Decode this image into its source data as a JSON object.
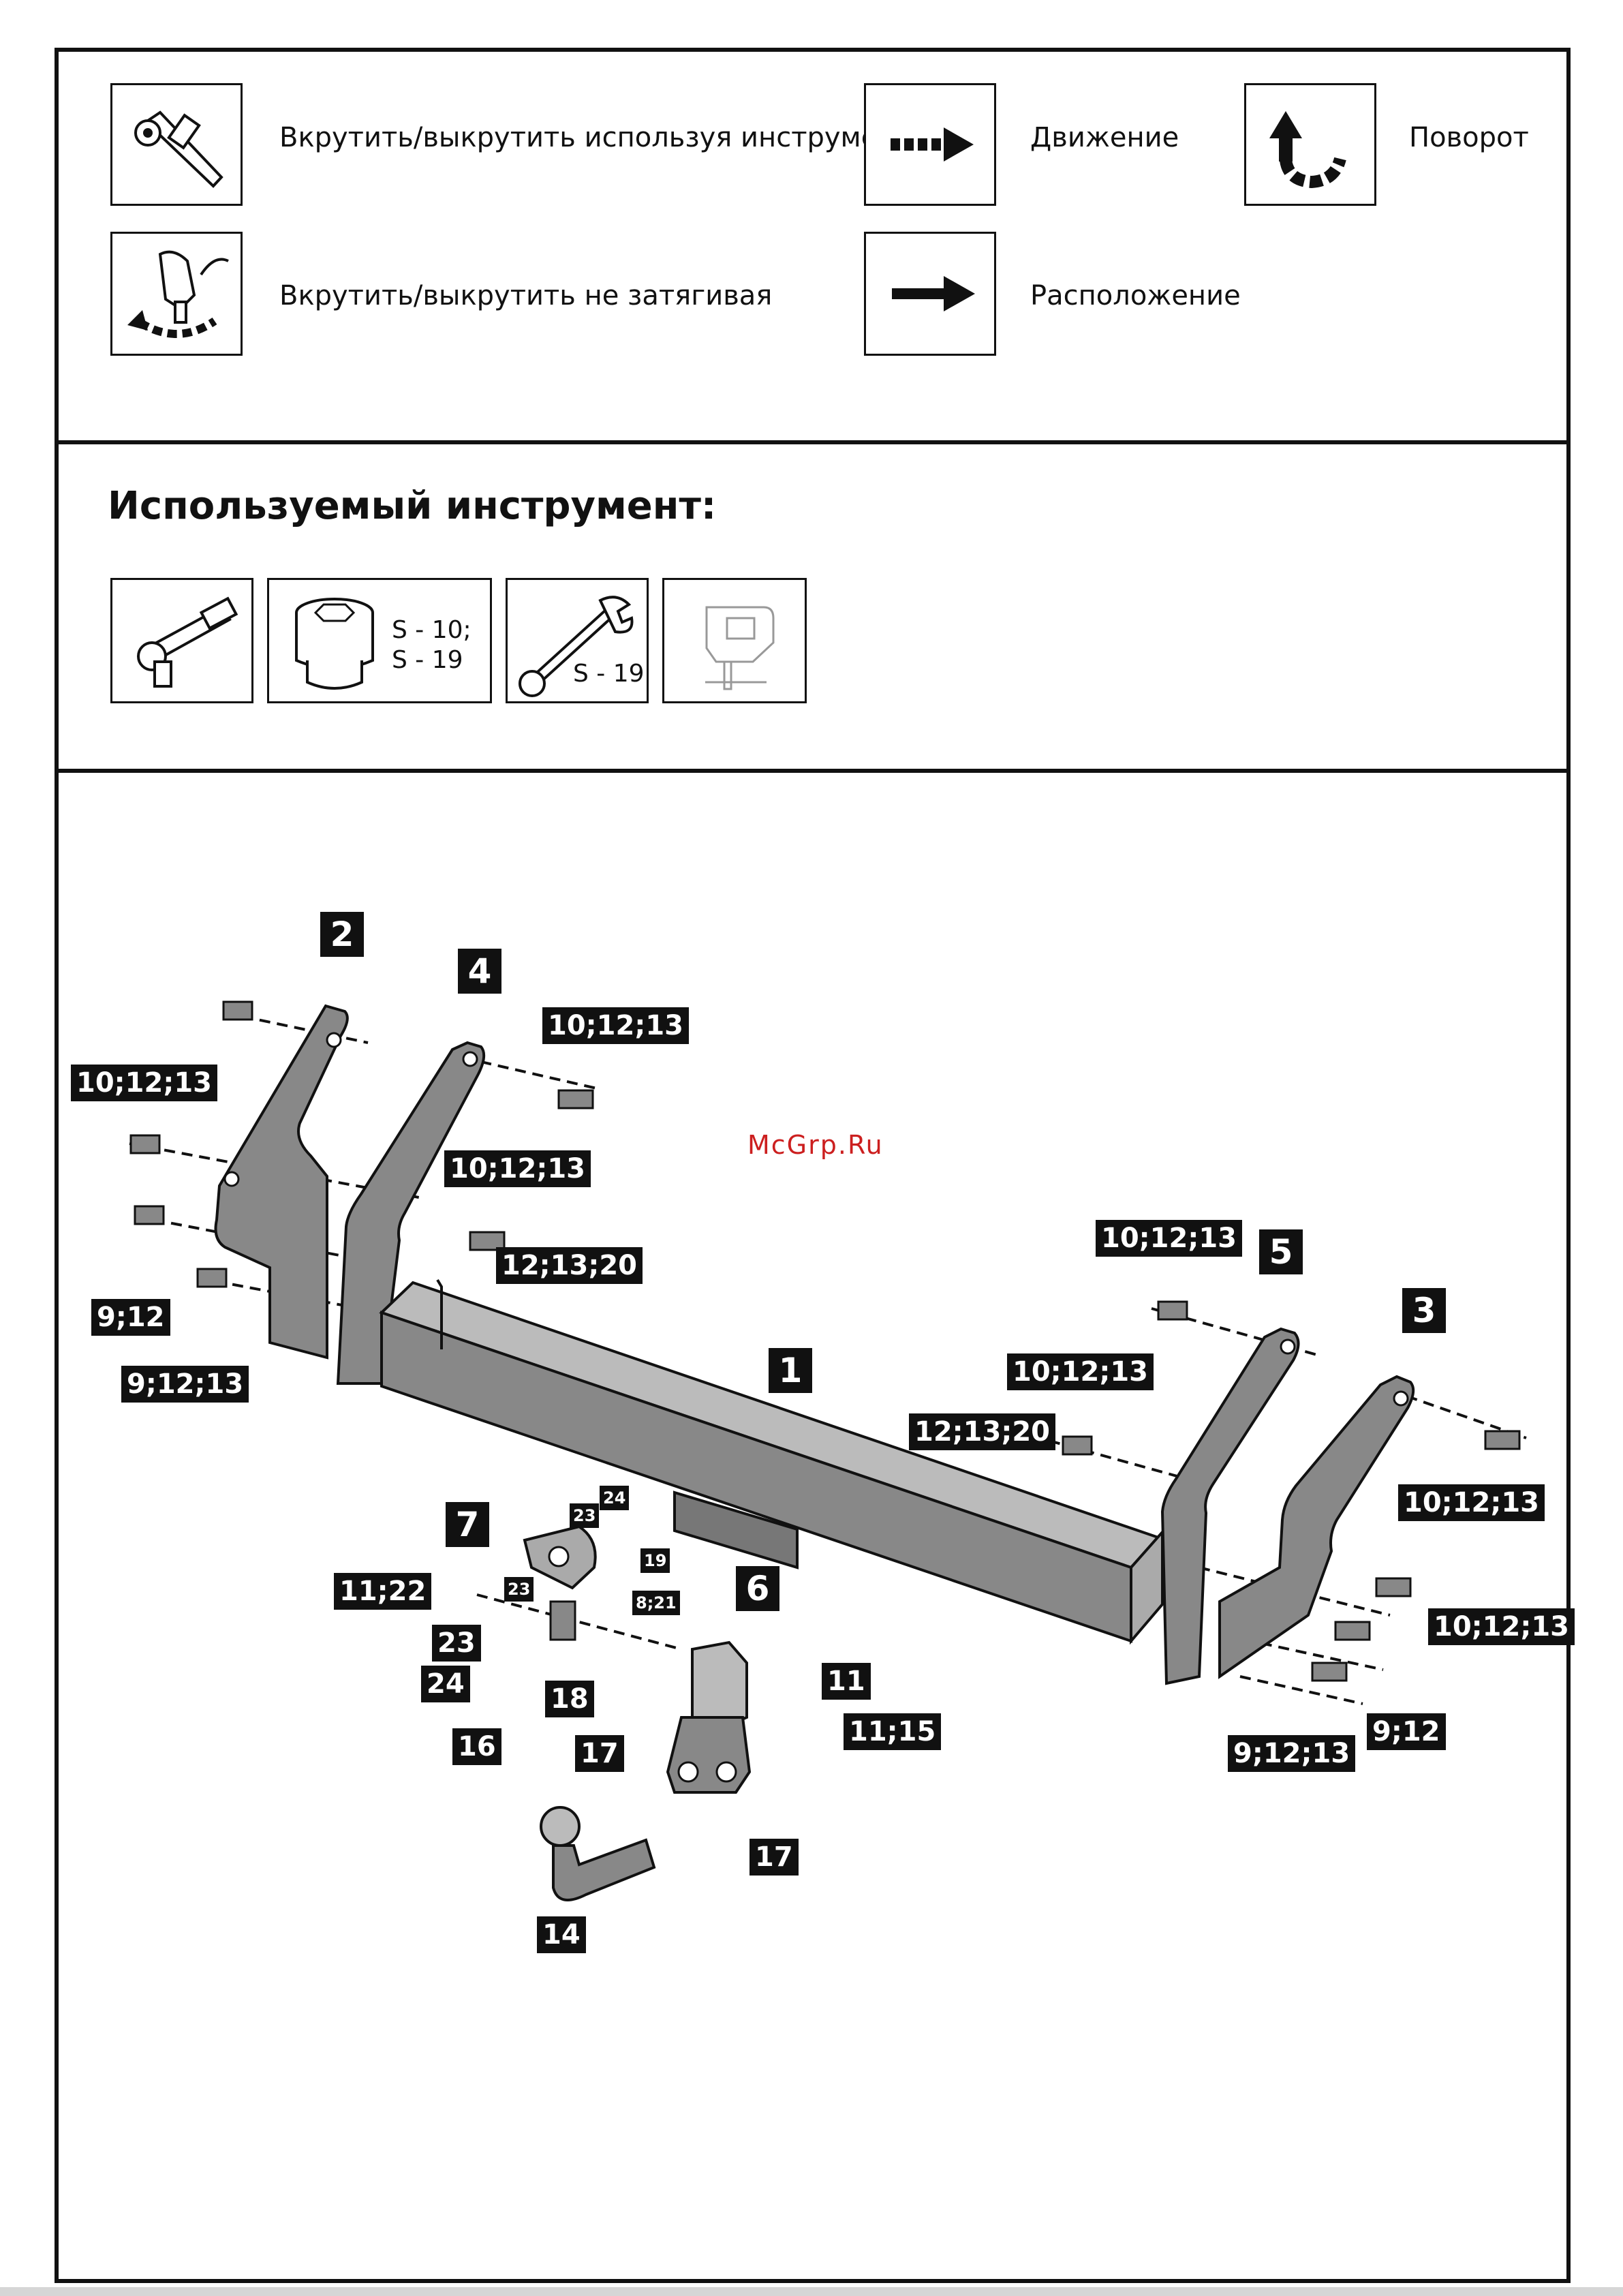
{
  "legend": {
    "items": [
      {
        "icon": "ratchet-wrench-icon",
        "label": "Вкрутить/выкрутить используя инструмент"
      },
      {
        "icon": "dashed-arrow-icon",
        "label": "Движение"
      },
      {
        "icon": "rotate-arrow-icon",
        "label": "Поворот"
      },
      {
        "icon": "hand-tighten-icon",
        "label": "Вкрутить/выкрутить не затягивая"
      },
      {
        "icon": "solid-arrow-icon",
        "label": "Расположение"
      }
    ]
  },
  "tools": {
    "title": "Используемый инструмент:",
    "items": [
      {
        "icon": "ratchet-icon",
        "size": ""
      },
      {
        "icon": "socket-icon",
        "size_line1": "S - 10;",
        "size_line2": "S - 19"
      },
      {
        "icon": "open-end-wrench-icon",
        "size": "S - 19"
      },
      {
        "icon": "jigsaw-icon",
        "size": ""
      }
    ]
  },
  "watermark": "McGrp.Ru",
  "callouts": {
    "p1": "1",
    "p2": "2",
    "p3": "3",
    "p4": "4",
    "p5": "5",
    "p6": "6",
    "p7": "7",
    "p14": "14",
    "p16": "16",
    "p17a": "17",
    "p17b": "17",
    "p18": "18",
    "p19": "19",
    "p11": "11",
    "p11_15": "11;15",
    "p11_22": "11;22",
    "p23a": "23",
    "p23b": "23",
    "p23c": "23",
    "p24a": "24",
    "p24b": "24",
    "p8_21": "8;21",
    "f10a": "10;12;13",
    "f10b": "10;12;13",
    "f10c": "10;12;13",
    "f10d": "10;12;13",
    "f10e": "10;12;13",
    "f10f": "10;12;13",
    "f10g": "10;12;13",
    "f12_20a": "12;13;20",
    "f12_20b": "12;13;20",
    "f9_12a": "9;12",
    "f9_12b": "9;12",
    "f9_13a": "9;12;13",
    "f9_13b": "9;12;13"
  }
}
